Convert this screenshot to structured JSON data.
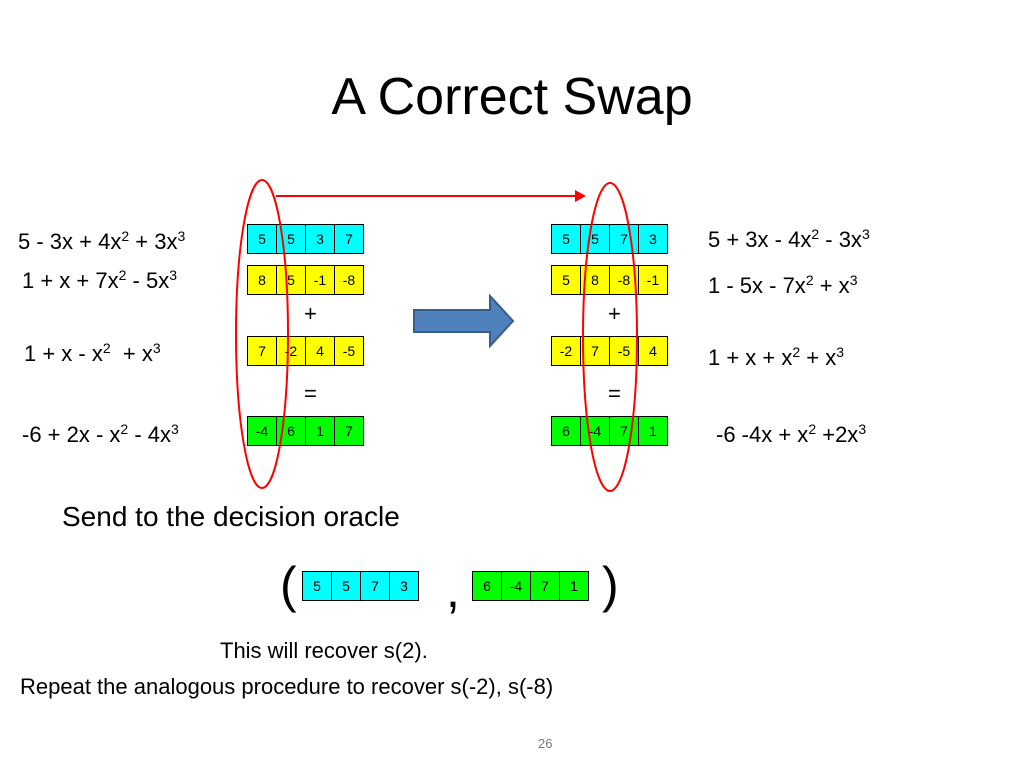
{
  "title": "A Correct Swap",
  "left": {
    "polys": [
      "5 - 3x + 4x",
      "1 + x + 7x",
      "1 + x - x",
      "-6 + 2x - x"
    ],
    "poly_parts": [
      {
        "a": "5 - 3x + 4x",
        "e1": "2",
        "b": " + 3x",
        "e2": "3"
      },
      {
        "a": "1 + x + 7x",
        "e1": "2",
        "b": " - 5x",
        "e2": "3"
      },
      {
        "a": "1 + x - x",
        "e1": "2",
        "b": "  + x",
        "e2": "3"
      },
      {
        "a": "-6 + 2x - x",
        "e1": "2",
        "b": " - 4x",
        "e2": "3"
      }
    ],
    "rows": [
      [
        "5",
        "5",
        "3",
        "7"
      ],
      [
        "8",
        "5",
        "-1",
        "-8"
      ],
      [
        "7",
        "-2",
        "4",
        "-5"
      ],
      [
        "-4",
        "6",
        "1",
        "7"
      ]
    ]
  },
  "right": {
    "poly_parts": [
      {
        "a": "5 + 3x - 4x",
        "e1": "2",
        "b": " - 3x",
        "e2": "3"
      },
      {
        "a": "1 - 5x - 7x",
        "e1": "2",
        "b": " + x",
        "e2": "3"
      },
      {
        "a": "1 + x + x",
        "e1": "2",
        "b": " + x",
        "e2": "3"
      },
      {
        "a": "-6 -4x + x",
        "e1": "2",
        "b": " +2x",
        "e2": "3"
      }
    ],
    "rows": [
      [
        "5",
        "5",
        "7",
        "3"
      ],
      [
        "5",
        "8",
        "-8",
        "-1"
      ],
      [
        "-2",
        "7",
        "-5",
        "4"
      ],
      [
        "6",
        "-4",
        "7",
        "1"
      ]
    ]
  },
  "plus": "+",
  "equals": "=",
  "send_text": "Send to the decision oracle",
  "oracle": {
    "open": "(",
    "comma": ",",
    "close": ")",
    "first": [
      "5",
      "5",
      "7",
      "3"
    ],
    "second": [
      "6",
      "-4",
      "7",
      "1"
    ]
  },
  "line1": "This will recover s(2).",
  "line2": "Repeat the analogous procedure to recover s(-2), s(-8)",
  "page_number": "26",
  "colors": {
    "cyan": "#00ffff",
    "yellow": "#ffff00",
    "green": "#00ff00",
    "oval": "#ff0000",
    "arrow": "#4f81bd"
  }
}
